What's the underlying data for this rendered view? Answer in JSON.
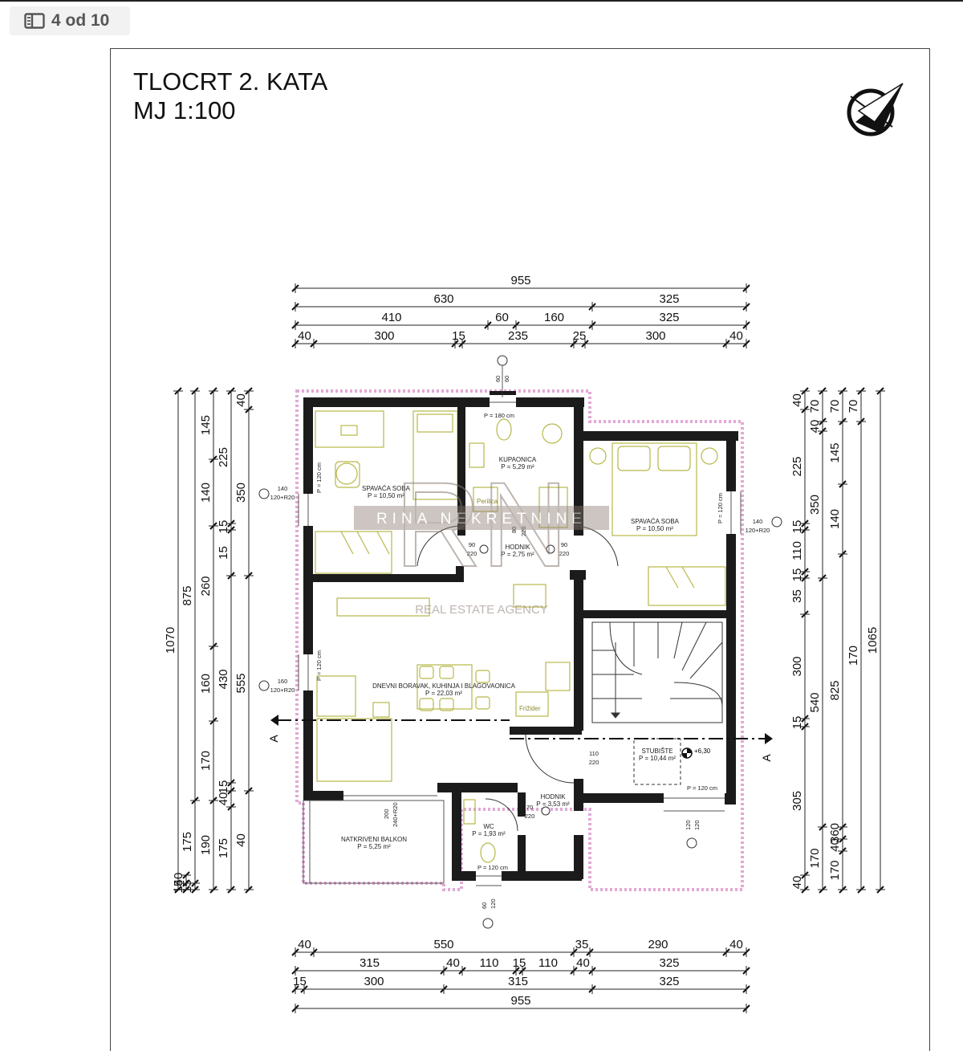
{
  "viewer": {
    "counter": "4 od 10"
  },
  "plan": {
    "title": "TLOCRT 2. KATA",
    "scale": "MJ 1:100"
  },
  "rooms": {
    "bed1": {
      "name": "SPAVAĆA SOBA",
      "area": "P = 10,50 m²"
    },
    "bath": {
      "name": "KUPAONICA",
      "area": "P = 5,29 m²"
    },
    "bed2": {
      "name": "SPAVAĆA SOBA",
      "area": "P = 10,50 m²"
    },
    "hall1": {
      "name": "HODNIK",
      "area": "P = 2,75 m²"
    },
    "living": {
      "name": "DNEVNI BORAVAK, KUHINJA I BLAGOVAONICA",
      "area": "P = 22,03 m²"
    },
    "stairs": {
      "name": "STUBIŠTE",
      "area": "P = 10,44 m²"
    },
    "hall2": {
      "name": "HODNIK",
      "area": "P = 3,53 m²"
    },
    "wc": {
      "name": "WC",
      "area": "P = 1,93 m²"
    },
    "balcony": {
      "name": "NATKRIVENI BALKON",
      "area": "P = 5,25 m²"
    }
  },
  "fixtures": {
    "washer": "Perilica",
    "fridge": "Frižider"
  },
  "level": "+6,30",
  "section_marker": "A",
  "openings": {
    "win_top": "P = 180 cm",
    "win_bed1": "P = 120 cm",
    "win_bed2": "P = 120 cm",
    "win_living": "P = 120 cm",
    "win_stairs": "P = 120 cm",
    "win_wc": "P = 120 cm",
    "bed1_ext_w": "140",
    "bed1_ext_h": "120+R20",
    "living_ext_w": "160",
    "living_ext_h": "120+R20",
    "bed2_ext_w": "140",
    "bed2_ext_h": "120+R20",
    "top_w": "60",
    "top_h": "60",
    "bottom_w": "60",
    "bottom_h": "120",
    "stairs_w": "120",
    "stairs_h": "120",
    "door1_w": "90",
    "door1_h": "220",
    "door2_w": "90",
    "door2_h": "220",
    "bath_w": "80",
    "bath_h": "220",
    "entry_w": "110",
    "entry_h": "220",
    "wc_w": "70",
    "wc_h": "220",
    "balc_w": "200",
    "balc_h": "240+R20"
  },
  "watermark": {
    "name": "RINA NEKRETNINE",
    "sub": "REAL ESTATE AGENCY",
    "mono": "RN"
  },
  "dims": {
    "top": {
      "r1": [
        "955"
      ],
      "r2": [
        "630",
        "325"
      ],
      "r3": [
        "410",
        "60",
        "160",
        "325"
      ],
      "r4": [
        "40",
        "300",
        "15",
        "235",
        "25",
        "300",
        "40"
      ]
    },
    "bottom": {
      "r1": [
        "40",
        "550",
        "35",
        "290",
        "40"
      ],
      "r2": [
        "315",
        "40",
        "110",
        "15",
        "110",
        "40",
        "325"
      ],
      "r3": [
        "15",
        "300",
        "315",
        "325"
      ],
      "r4": [
        "955"
      ]
    },
    "left": {
      "c1": [
        "1070"
      ],
      "c2": [
        "875",
        "175",
        "15"
      ],
      "c3": [
        "145",
        "140",
        "260",
        "160",
        "170",
        "190"
      ],
      "c4": [
        "225",
        "15",
        "15",
        "430",
        "15",
        "40",
        "175"
      ],
      "c5": [
        "40",
        "350",
        "555",
        "40"
      ],
      "c6": [
        "40",
        "15"
      ]
    },
    "right": {
      "c1": [
        "40",
        "225",
        "15",
        "110",
        "15",
        "35",
        "300",
        "15",
        "305",
        "40"
      ],
      "c2": [
        "70",
        "40",
        "350",
        "540",
        "170"
      ],
      "c3": [
        "70",
        "145",
        "140",
        "825",
        "360",
        "40",
        "170"
      ],
      "c4": [
        "70",
        "170"
      ],
      "c5": [
        "1065"
      ]
    }
  }
}
